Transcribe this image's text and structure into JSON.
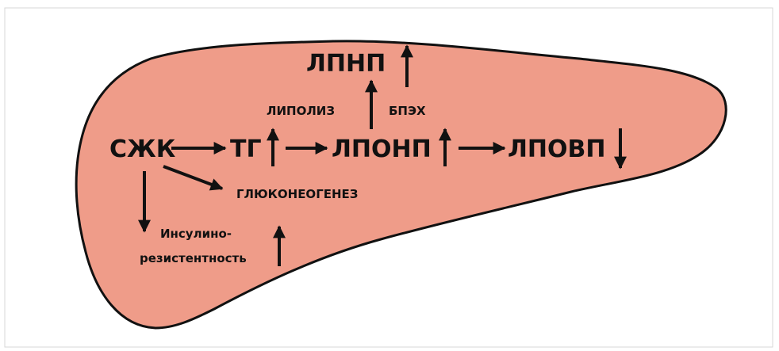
{
  "colors": {
    "liver_fill": "#ef9c89",
    "outline": "#111111",
    "frame": "#d7d7d7",
    "background": "#ffffff"
  },
  "nodes": {
    "lpnp": "ЛПНП",
    "szhk": "СЖК",
    "tg": "ТГ",
    "lponp": "ЛПОНП",
    "lpovp": "ЛПОВП",
    "lipoliz": "ЛИПОЛИЗ",
    "bpeh": "БПЭХ",
    "glyukoneogenez": "ГЛЮКОНЕОГЕНЕЗ",
    "insulin_line1": "Инсулино-",
    "insulin_line2": "резистентность"
  },
  "indicators": {
    "lpnp": "up",
    "tg": "up",
    "lponp": "up",
    "lpovp": "down",
    "insulin_resistance": "up"
  }
}
